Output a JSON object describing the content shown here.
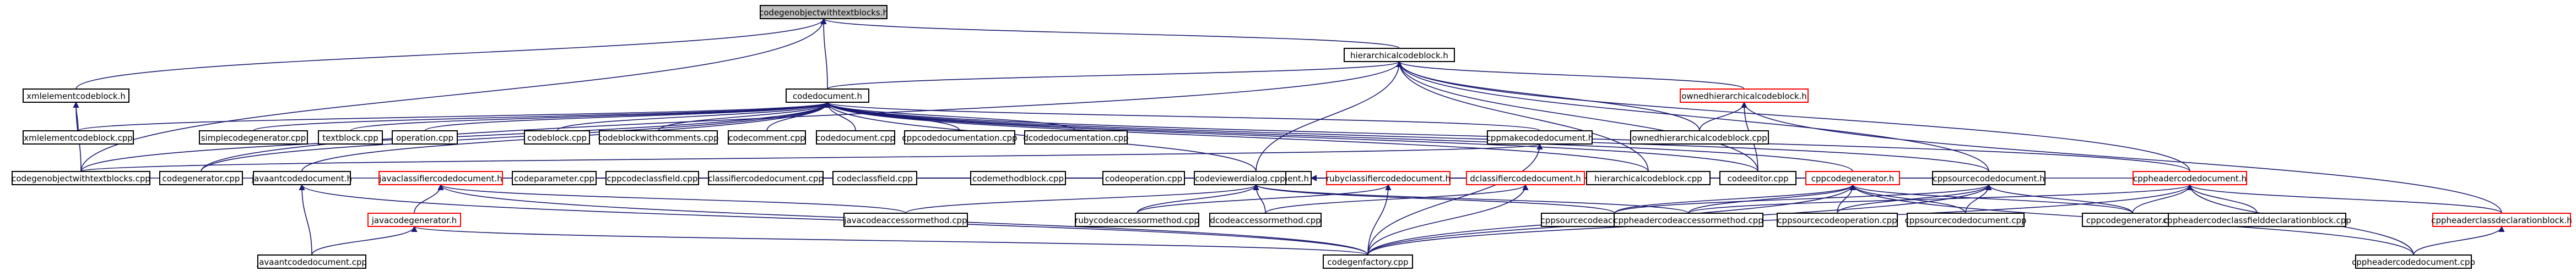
{
  "diagram_data": {
    "type": "include-dependency-graph",
    "colors": {
      "edge": "#191970",
      "node_border": "#000000",
      "node_border_incomplete": "#ff0000",
      "root_fill": "#bfbfbf",
      "node_fill": "#ffffff"
    },
    "nodes": [
      {
        "id": "n0",
        "label": "codegenobjectwithtextblocks.h",
        "style": "root"
      },
      {
        "id": "n1",
        "label": "hierarchicalcodeblock.h",
        "style": "normal"
      },
      {
        "id": "n2",
        "label": "xmlelementcodeblock.h",
        "style": "normal"
      },
      {
        "id": "n3",
        "label": "codedocument.h",
        "style": "normal"
      },
      {
        "id": "n4",
        "label": "ownedhierarchicalcodeblock.h",
        "style": "red"
      },
      {
        "id": "n5",
        "label": "xmlelementcodeblock.cpp",
        "style": "normal"
      },
      {
        "id": "n6",
        "label": "simplecodegenerator.cpp",
        "style": "normal"
      },
      {
        "id": "n7",
        "label": "textblock.cpp",
        "style": "normal"
      },
      {
        "id": "n8",
        "label": "operation.cpp",
        "style": "normal"
      },
      {
        "id": "n9",
        "label": "codeblock.cpp",
        "style": "normal"
      },
      {
        "id": "n10",
        "label": "codeblockwithcomments.cpp",
        "style": "normal"
      },
      {
        "id": "n11",
        "label": "codecomment.cpp",
        "style": "normal"
      },
      {
        "id": "n12",
        "label": "codedocument.cpp",
        "style": "normal"
      },
      {
        "id": "n13",
        "label": "cppcodedocumentation.cpp",
        "style": "normal"
      },
      {
        "id": "n14",
        "label": "dcodedocumentation.cpp",
        "style": "normal"
      },
      {
        "id": "n15",
        "label": "cppmakecodedocument.h",
        "style": "normal"
      },
      {
        "id": "n16",
        "label": "ownedhierarchicalcodeblock.cpp",
        "style": "normal"
      },
      {
        "id": "n17",
        "label": "codegenobjectwithtextblocks.cpp",
        "style": "normal"
      },
      {
        "id": "n18",
        "label": "codegenerator.cpp",
        "style": "normal"
      },
      {
        "id": "n19",
        "label": "javaantcodedocument.h",
        "style": "normal"
      },
      {
        "id": "n20",
        "label": "javaclassifiercodedocument.h",
        "style": "red"
      },
      {
        "id": "n21",
        "label": "codeparameter.cpp",
        "style": "normal"
      },
      {
        "id": "n22",
        "label": "cppcodeclassfield.cpp",
        "style": "normal"
      },
      {
        "id": "n23",
        "label": "classifiercodedocument.cpp",
        "style": "normal"
      },
      {
        "id": "n24",
        "label": "codeclassfield.cpp",
        "style": "normal"
      },
      {
        "id": "n25",
        "label": "classifiercodedocument.h",
        "style": "normal"
      },
      {
        "id": "n26",
        "label": "codemethodblock.cpp",
        "style": "normal"
      },
      {
        "id": "n27",
        "label": "codeoperation.cpp",
        "style": "normal"
      },
      {
        "id": "n28",
        "label": "codeviewerdialog.cpp",
        "style": "normal"
      },
      {
        "id": "n29",
        "label": "rubyclassifiercodedocument.h",
        "style": "red"
      },
      {
        "id": "n30",
        "label": "dclassifiercodedocument.h",
        "style": "red"
      },
      {
        "id": "n31",
        "label": "hierarchicalcodeblock.cpp",
        "style": "normal"
      },
      {
        "id": "n32",
        "label": "codeeditor.cpp",
        "style": "normal"
      },
      {
        "id": "n33",
        "label": "cppcodegenerator.h",
        "style": "red"
      },
      {
        "id": "n34",
        "label": "cppsourcecodedocument.h",
        "style": "normal"
      },
      {
        "id": "n35",
        "label": "cppheadercodedocument.h",
        "style": "red"
      },
      {
        "id": "n36",
        "label": "javacodegenerator.h",
        "style": "red"
      },
      {
        "id": "n37",
        "label": "javacodeaccessormethod.cpp",
        "style": "normal"
      },
      {
        "id": "n38",
        "label": "rubycodeaccessormethod.cpp",
        "style": "normal"
      },
      {
        "id": "n39",
        "label": "dcodeaccessormethod.cpp",
        "style": "normal"
      },
      {
        "id": "n40",
        "label": "cppsourcecodeaccessormethod.cpp",
        "style": "normal"
      },
      {
        "id": "n41",
        "label": "cppheadercodeaccessormethod.cpp",
        "style": "normal"
      },
      {
        "id": "n42",
        "label": "cppsourcecodeoperation.cpp",
        "style": "normal"
      },
      {
        "id": "n43",
        "label": "cppsourcecodedocument.cpp",
        "style": "normal"
      },
      {
        "id": "n44",
        "label": "cppcodegenerator.cpp",
        "style": "normal"
      },
      {
        "id": "n45",
        "label": "cppheadercodeclassfielddeclarationblock.cpp",
        "style": "normal"
      },
      {
        "id": "n46",
        "label": "cppheaderclassdeclarationblock.h",
        "style": "red"
      },
      {
        "id": "n47",
        "label": "javaantcodedocument.cpp",
        "style": "normal"
      },
      {
        "id": "n48",
        "label": "codegenfactory.cpp",
        "style": "normal"
      },
      {
        "id": "n49",
        "label": "cppheadercodedocument.cpp",
        "style": "normal"
      }
    ],
    "edges": [
      [
        "n1",
        "n0"
      ],
      [
        "n2",
        "n0"
      ],
      [
        "n3",
        "n0"
      ],
      [
        "n17",
        "n0"
      ],
      [
        "n3",
        "n1"
      ],
      [
        "n4",
        "n1"
      ],
      [
        "n25",
        "n1"
      ],
      [
        "n31",
        "n1"
      ],
      [
        "n32",
        "n1"
      ],
      [
        "n34",
        "n1"
      ],
      [
        "n35",
        "n1"
      ],
      [
        "n18",
        "n1"
      ],
      [
        "n16",
        "n1"
      ],
      [
        "n5",
        "n2"
      ],
      [
        "n17",
        "n2"
      ],
      [
        "n6",
        "n3"
      ],
      [
        "n7",
        "n3"
      ],
      [
        "n8",
        "n3"
      ],
      [
        "n9",
        "n3"
      ],
      [
        "n10",
        "n3"
      ],
      [
        "n11",
        "n3"
      ],
      [
        "n12",
        "n3"
      ],
      [
        "n13",
        "n3"
      ],
      [
        "n14",
        "n3"
      ],
      [
        "n15",
        "n3"
      ],
      [
        "n17",
        "n3"
      ],
      [
        "n18",
        "n3"
      ],
      [
        "n19",
        "n3"
      ],
      [
        "n25",
        "n3"
      ],
      [
        "n31",
        "n3"
      ],
      [
        "n32",
        "n3"
      ],
      [
        "n33",
        "n3"
      ],
      [
        "n34",
        "n3"
      ],
      [
        "n35",
        "n3"
      ],
      [
        "n5",
        "n3"
      ],
      [
        "n16",
        "n4"
      ],
      [
        "n32",
        "n4"
      ],
      [
        "n46",
        "n4"
      ],
      [
        "n17",
        "n15"
      ],
      [
        "n48",
        "n15"
      ],
      [
        "n47",
        "n19"
      ],
      [
        "n48",
        "n19"
      ],
      [
        "n36",
        "n20"
      ],
      [
        "n37",
        "n20"
      ],
      [
        "n48",
        "n20"
      ],
      [
        "n20",
        "n25"
      ],
      [
        "n21",
        "n25"
      ],
      [
        "n22",
        "n25"
      ],
      [
        "n23",
        "n25"
      ],
      [
        "n24",
        "n25"
      ],
      [
        "n26",
        "n25"
      ],
      [
        "n27",
        "n25"
      ],
      [
        "n28",
        "n25"
      ],
      [
        "n29",
        "n25"
      ],
      [
        "n30",
        "n25"
      ],
      [
        "n31",
        "n25"
      ],
      [
        "n32",
        "n25"
      ],
      [
        "n33",
        "n25"
      ],
      [
        "n34",
        "n25"
      ],
      [
        "n35",
        "n25"
      ],
      [
        "n37",
        "n25"
      ],
      [
        "n38",
        "n25"
      ],
      [
        "n39",
        "n25"
      ],
      [
        "n40",
        "n25"
      ],
      [
        "n41",
        "n25"
      ],
      [
        "n17",
        "n25"
      ],
      [
        "n38",
        "n29"
      ],
      [
        "n48",
        "n29"
      ],
      [
        "n39",
        "n30"
      ],
      [
        "n48",
        "n30"
      ],
      [
        "n40",
        "n33"
      ],
      [
        "n41",
        "n33"
      ],
      [
        "n42",
        "n33"
      ],
      [
        "n43",
        "n33"
      ],
      [
        "n44",
        "n33"
      ],
      [
        "n48",
        "n33"
      ],
      [
        "n49",
        "n33"
      ],
      [
        "n40",
        "n34"
      ],
      [
        "n42",
        "n34"
      ],
      [
        "n43",
        "n34"
      ],
      [
        "n44",
        "n34"
      ],
      [
        "n48",
        "n34"
      ],
      [
        "n41",
        "n35"
      ],
      [
        "n44",
        "n35"
      ],
      [
        "n45",
        "n35"
      ],
      [
        "n46",
        "n35"
      ],
      [
        "n48",
        "n35"
      ],
      [
        "n49",
        "n35"
      ],
      [
        "n47",
        "n36"
      ],
      [
        "n48",
        "n36"
      ],
      [
        "n49",
        "n46"
      ]
    ]
  }
}
